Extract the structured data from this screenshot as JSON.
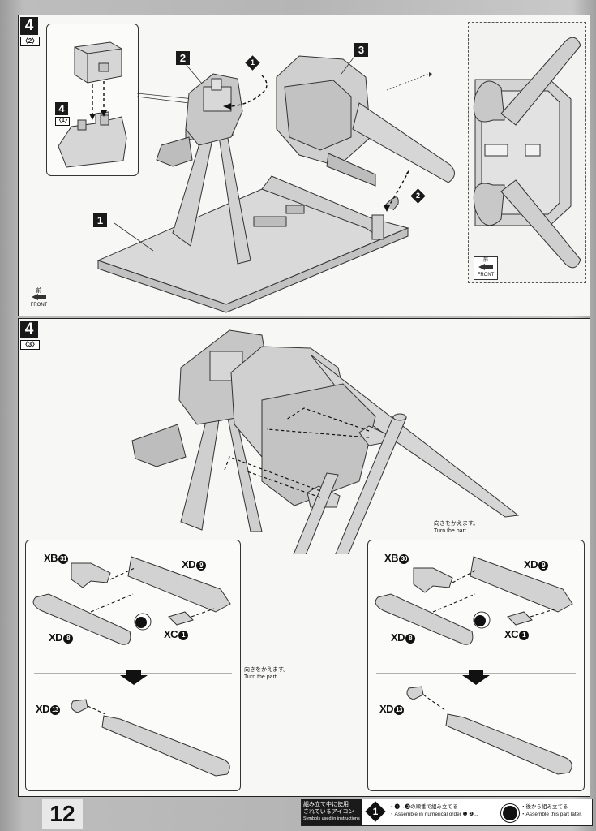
{
  "page_number": "12",
  "step_a": {
    "number": "4",
    "sub": "〈2〉",
    "inset_number": "4",
    "inset_sub": "〈1〉",
    "labels": {
      "base": "1",
      "stand": "2",
      "cannon": "3"
    },
    "order_marks": [
      "1",
      "2"
    ],
    "front_icon": {
      "kanji": "前",
      "text": "FRONT"
    },
    "side_front_icon": {
      "kanji": "前",
      "text": "FRONT"
    }
  },
  "step_b": {
    "number": "4",
    "sub": "〈3〉",
    "turn_note_1": {
      "jp": "向きをかえます。",
      "en": "Turn the part."
    },
    "turn_note_2": {
      "jp": "向きをかえます。",
      "en": "Turn the part."
    },
    "left_box": {
      "part_xb": "XB",
      "part_xb_num": "31",
      "part_xd_top": "XD",
      "part_xd_top_num": "9",
      "part_xd_bar": "XD",
      "part_xd_bar_num": "8",
      "part_xc": "XC",
      "part_xc_num": "1",
      "part_xd_cap": "XD",
      "part_xd_cap_num": "13"
    },
    "right_box": {
      "part_xb": "XB",
      "part_xb_num": "30",
      "part_xd_top": "XD",
      "part_xd_top_num": "9",
      "part_xd_bar": "XD",
      "part_xd_bar_num": "8",
      "part_xc": "XC",
      "part_xc_num": "1",
      "part_xd_cap": "XD",
      "part_xd_cap_num": "13"
    }
  },
  "legend": {
    "title_jp_1": "組み立て中に使用",
    "title_jp_2": "されているアイコン",
    "title_en": "Symbols used in instructions",
    "order_icon": "1",
    "order_jp": "・❶→❷の順番で組み立てる",
    "order_en": "・Assemble in numerical order ❶ ❷...",
    "later_jp": "・後から組み立てる",
    "later_en": "・Assemble this part later."
  }
}
